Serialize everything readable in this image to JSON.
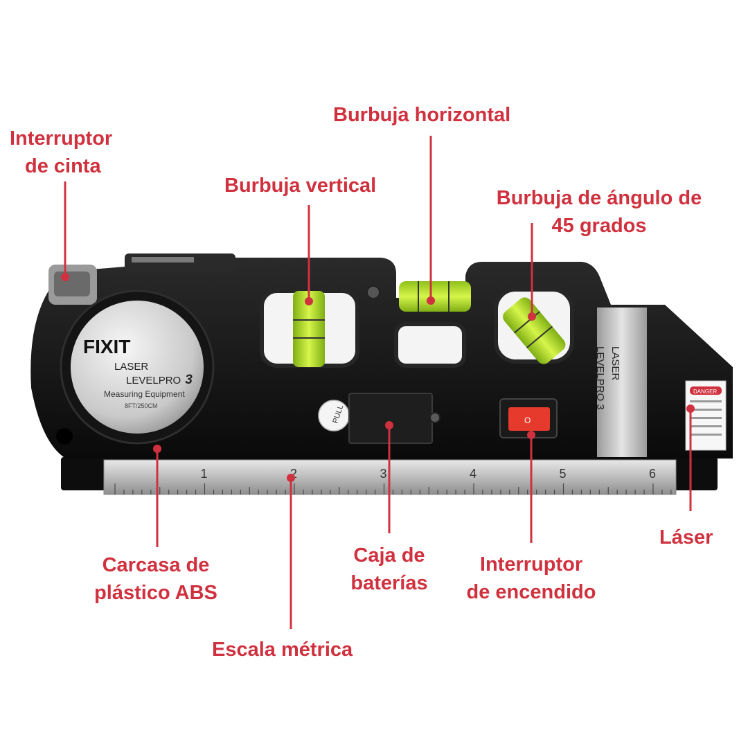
{
  "colors": {
    "accent": "#d0313e",
    "body": "#141414",
    "vial": "#b6e02a",
    "switch": "#e53a2c"
  },
  "device": {
    "brand": "FIXIT",
    "line1": "LASER",
    "model": "LEVELPRO",
    "model_num": "3",
    "sub": "Measuring Equipment",
    "spec": "8FT/250CM",
    "pull": "PULL",
    "side_line1": "LASER",
    "side_line2": "LEVELPRO 3",
    "danger": "DANGER",
    "scale_numbers": [
      "1",
      "2",
      "3",
      "4",
      "5",
      "6"
    ]
  },
  "labels": {
    "tape_switch": {
      "line1": "Interruptor",
      "line2": "de cinta"
    },
    "horizontal_bubble": {
      "line1": "Burbuja horizontal"
    },
    "vertical_bubble": {
      "line1": "Burbuja vertical"
    },
    "angle_bubble": {
      "line1": "Burbuja de ángulo de",
      "line2": "45 grados"
    },
    "housing": {
      "line1": "Carcasa de",
      "line2": "plástico ABS"
    },
    "battery_box": {
      "line1": "Caja de",
      "line2": "baterías"
    },
    "power_switch": {
      "line1": "Interruptor",
      "line2": "de encendido"
    },
    "laser": {
      "line1": "Láser"
    },
    "metric_scale": {
      "line1": "Escala métrica"
    }
  }
}
